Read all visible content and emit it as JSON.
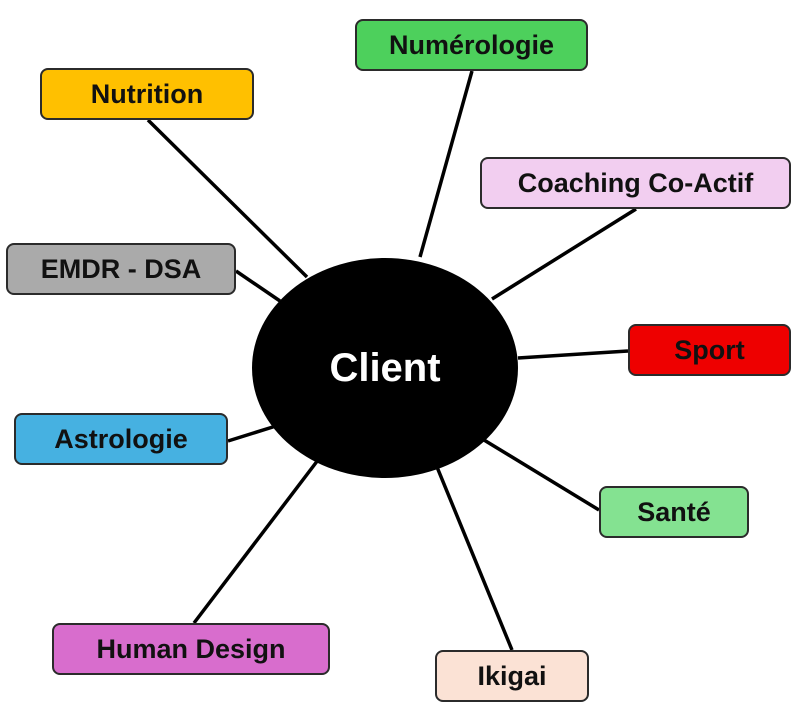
{
  "center": {
    "label": "Client",
    "color": "#000000",
    "text_color": "#ffffff"
  },
  "nodes": [
    {
      "id": "numerologie",
      "label": "Numérologie",
      "color": "#4dd05c"
    },
    {
      "id": "nutrition",
      "label": "Nutrition",
      "color": "#ffc000"
    },
    {
      "id": "coaching",
      "label": "Coaching Co-Actif",
      "color": "#f2cef0"
    },
    {
      "id": "emdr",
      "label": "EMDR - DSA",
      "color": "#aaaaaa"
    },
    {
      "id": "sport",
      "label": "Sport",
      "color": "#ee0000"
    },
    {
      "id": "astrologie",
      "label": "Astrologie",
      "color": "#46b1e1"
    },
    {
      "id": "sante",
      "label": "Santé",
      "color": "#84e291"
    },
    {
      "id": "humandesign",
      "label": "Human Design",
      "color": "#d86dcd"
    },
    {
      "id": "ikigai",
      "label": "Ikigai",
      "color": "#fbe2d5"
    }
  ]
}
